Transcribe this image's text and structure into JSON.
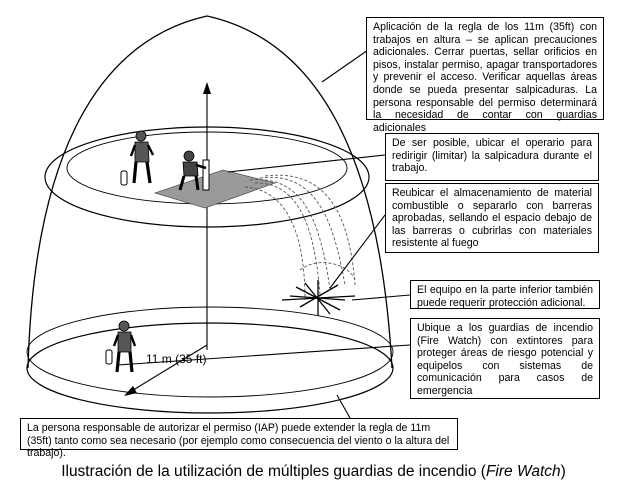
{
  "callouts": {
    "rule_11m": "Aplicación de la regla de los 11m (35ft) con trabajos en altura – se aplican precauciones adicionales. Cerrar puertas, sellar orificios en pisos, instalar permiso, apagar transportadores y prevenir el acceso. Verificar aquellas áreas donde se pueda presentar salpicaduras. La persona responsable del permiso determinará la necesidad de contar con guardias adicionales",
    "redirect_spatter": "De ser posible, ubicar el operario para redirigir (limitar) la salpicadura durante el trabajo.",
    "relocate_material": "Reubicar el almacenamiento de material combustible o separarlo con barreras aprobadas, sellando el espacio debajo de las barreras o cubrirlas con materiales resistente al fuego",
    "lower_equipment": "El equipo en la parte inferior también puede requerir protección adicional.",
    "fire_watch": "Ubique a los guardias de incendio (Fire Watch) con extintores para proteger áreas de riesgo potencial y equipelos con sistemas de comunicación para casos de emergencia",
    "iap": "La persona responsable de autorizar el permiso (IAP) puede extender la regla de 11m (35ft) tanto como sea necesario (por ejemplo como consecuencia del viento o la altura del trabajo)."
  },
  "dimension_label": "11 m (35 ft)",
  "caption": {
    "main": "Ilustración de la utilización de múltiples guardias de incendio (",
    "italic": "Fire Watch",
    "end": ")"
  }
}
